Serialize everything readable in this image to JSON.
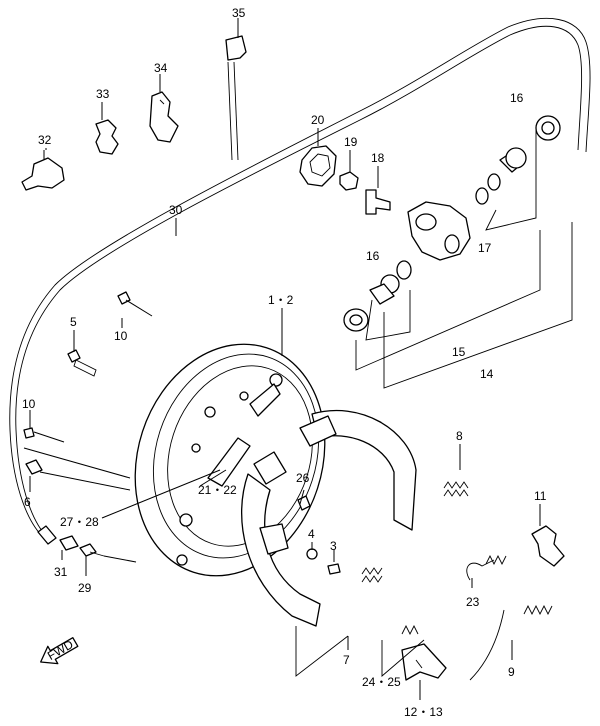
{
  "diagram": {
    "labels": {
      "p35": "35",
      "p34": "34",
      "p33": "33",
      "p32": "32",
      "p30": "30",
      "p20": "20",
      "p19": "19",
      "p18": "18",
      "p16a": "16",
      "p16b": "16",
      "p17": "17",
      "p12": "1・2",
      "p10a": "10",
      "p5": "5",
      "p10b": "10",
      "p6": "6",
      "p15": "15",
      "p14": "14",
      "p8": "8",
      "p2122": "21・22",
      "p26": "26",
      "p2728": "27・28",
      "p4": "4",
      "p3": "3",
      "p11": "11",
      "p31": "31",
      "p29": "29",
      "p23": "23",
      "p9": "9",
      "p7": "7",
      "p2425": "24・25",
      "p1213": "12・13"
    },
    "fwd_mark": "FWD"
  }
}
